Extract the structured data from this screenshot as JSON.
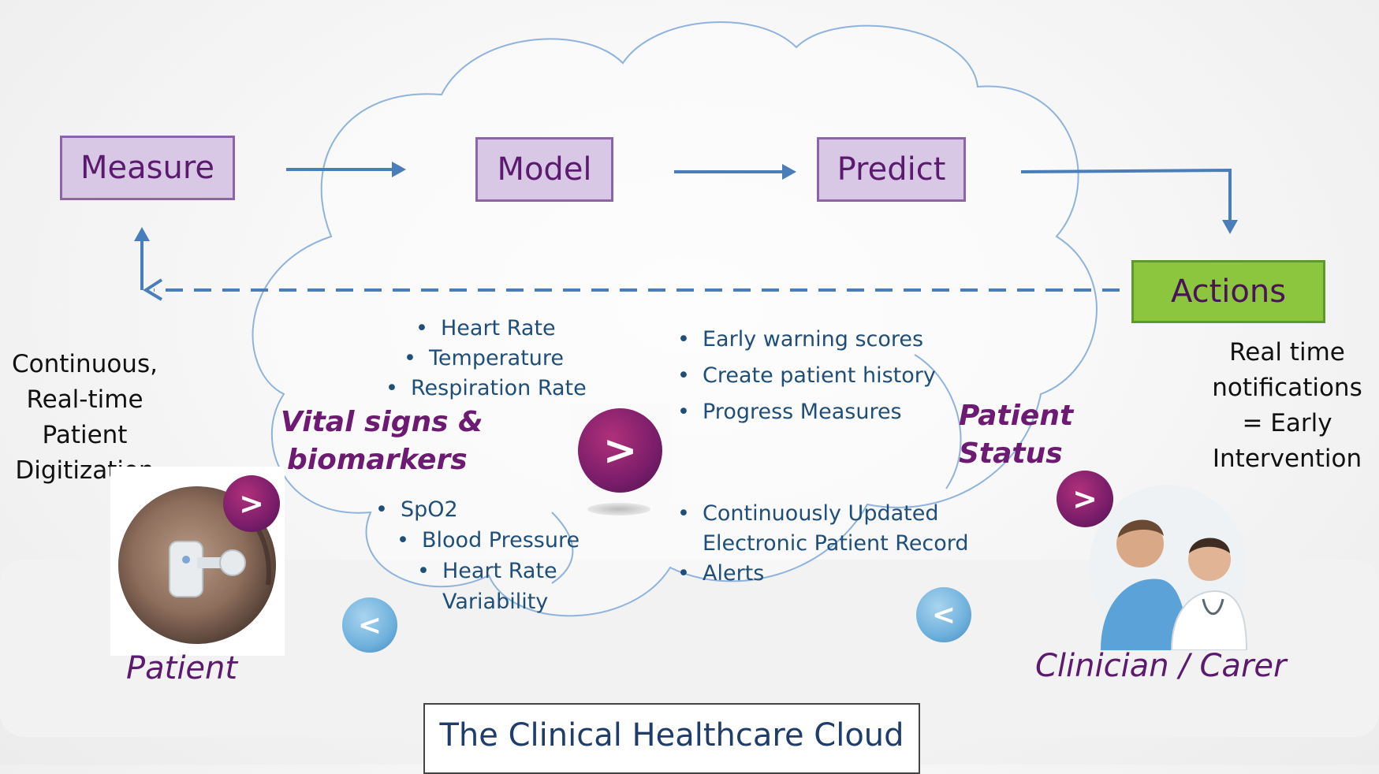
{
  "flow": {
    "measure": "Measure",
    "model": "Model",
    "predict": "Predict",
    "actions": "Actions"
  },
  "left_text": [
    "Continuous,",
    "Real-time",
    "Patient",
    "Digitization"
  ],
  "right_text": [
    "Real time",
    "notifications",
    "= Early",
    "Intervention"
  ],
  "vitals_top": [
    "Heart Rate",
    "Temperature",
    "Respiration Rate"
  ],
  "vitals_label": [
    "Vital signs &",
    "biomarkers"
  ],
  "vitals_bottom": [
    "SpO2",
    "Blood Pressure",
    "Heart Rate"
  ],
  "vitals_bottom_cont": "Variability",
  "status_top": [
    "Early warning scores",
    "Create patient history",
    "Progress Measures"
  ],
  "status_label": [
    "Patient",
    "Status"
  ],
  "status_bottom_1a": "Continuously Updated",
  "status_bottom_1b": "Electronic Patient Record",
  "status_bottom_2": "Alerts",
  "caption_patient": "Patient",
  "caption_clinician": "Clinician / Carer",
  "title": "The Clinical Healthcare Cloud",
  "nav": {
    "forward": ">",
    "back": "<"
  },
  "colors": {
    "arrow": "#4a7ebb",
    "cloud_stroke": "#8fb3dd",
    "box_purple_fill": "#d8c8e6",
    "box_green_fill": "#8cc63f",
    "text_purple": "#6d1a72",
    "text_blue": "#1f4e79"
  }
}
